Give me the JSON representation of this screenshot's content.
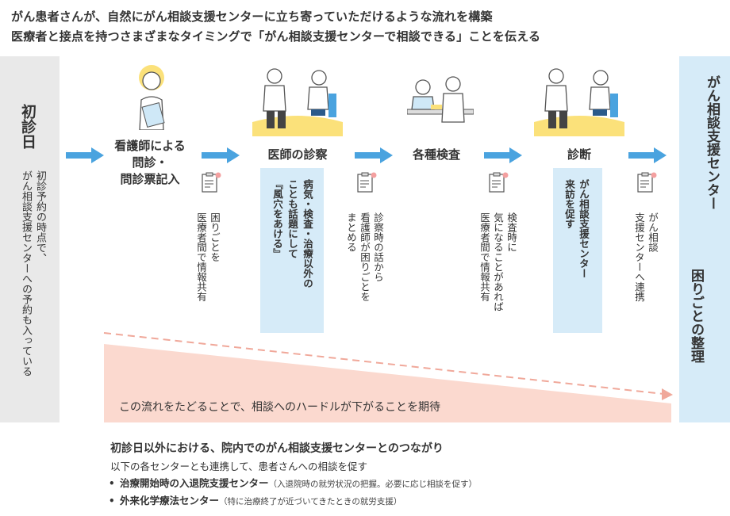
{
  "header": {
    "line1": "がん患者さんが、自然にがん相談支援センターに立ち寄っていただけるような流れを構築",
    "line2": "医療者と接点を持つさまざまなタイミングで「がん相談支援センターで相談できる」ことを伝える"
  },
  "left_panel": {
    "title": "初診日",
    "note_col1": "初診予約の時点で、",
    "note_col2": "がん相談支援センターへの予約も入っている"
  },
  "steps": [
    {
      "label_line1": "看護師による",
      "label_line2": "問診・",
      "label_line3": "問診票記入",
      "note_col1": "困りごとを",
      "note_col2": "医療者間で情報共有"
    },
    {
      "label_line1": "医師の診察",
      "note_col1": "病気・検査・治療以外の",
      "note_col2": "ことも話題にして",
      "note_col3": "『風穴をあける』"
    },
    {
      "label_line1": "",
      "note_col1": "診察時の話から",
      "note_col2": "看護師が困りごとを",
      "note_col3": "まとめる"
    },
    {
      "label_line1": "各種検査",
      "note_col1": "検査時に",
      "note_col2": "気になることがあれば",
      "note_col3": "医療者間で情報共有"
    },
    {
      "label_line1": "診断",
      "note_col1": "がん相談支援センター",
      "note_col2": "来訪を促す"
    },
    {
      "label_line1": "",
      "note_col1": "がん相談",
      "note_col2": "支援センターへ連携"
    }
  ],
  "right_panel": {
    "title_col1": "がん相談支援センター",
    "title_col2": "困りごとの整理"
  },
  "wedge_text": "この流れをたどることで、相談へのハードルが下がることを期待",
  "bottom": {
    "title": "初診日以外における、院内でのがん相談支援センターとのつながり",
    "subtitle": "以下の各センターとも連携して、患者さんへの相談を促す",
    "bullets": [
      {
        "name": "治療開始時の入退院支援センター",
        "detail": "（入退院時の就労状況の把握。必要に応じ相談を促す）"
      },
      {
        "name": "外来化学療法センター",
        "detail": "（特に治療終了が近づいてきたときの就労支援）"
      }
    ]
  },
  "colors": {
    "arrow": "#4aa3df",
    "wedge_fill": "#fbd9cf",
    "wedge_dash": "#f0a89a",
    "blue_box": "#d6ebf8",
    "gray_panel": "#e9e9e9",
    "illustration_yellow": "#fbe17a"
  }
}
